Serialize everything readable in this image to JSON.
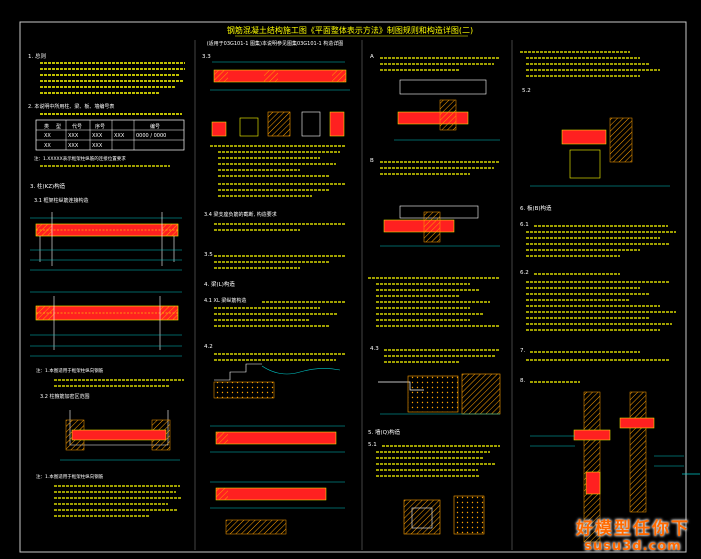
{
  "sheet": {
    "title": "钢筋混凝土结构施工图《平面整体表示方法》制图规则和构造详图(二)",
    "subtitle": "(适用于03G101-1 图集)本说明参见图集03G101-1 构造详图"
  },
  "column1": {
    "s1": "1. 总则",
    "s2": "2. 本说明中所用柱、梁、板、墙编号表",
    "s3": "3. 柱(KZ)构造",
    "s31": "3.1  框架柱纵筋连接构造",
    "s32": "3.2  柱箍筋加密区范围",
    "note1": "注：1.XXXXX表示框架柱纵筋的连接位置要求",
    "note2": "注：1.本图适用于框架柱纵向钢筋",
    "table": {
      "headers": [
        "类",
        "型",
        "代号",
        "序号",
        "编号"
      ],
      "rows": [
        [
          "XX",
          "XXX",
          "XXX",
          "XXX",
          "0000 / 0000"
        ],
        [
          "XX",
          "XXX",
          "XXX",
          "",
          ""
        ]
      ]
    }
  },
  "column2": {
    "s33": "3.3",
    "s34": "3.4  梁支座负筋的截断, 构造要求",
    "s35": "3.5",
    "s4": "4. 梁(L)构造",
    "s41": "4.1  XL 梁纵筋构造",
    "s42": "4.2"
  },
  "column3": {
    "sa": "A",
    "sb": "B",
    "s43": "4.3",
    "s5": "5. 墙(Q)构造",
    "s51": "5.1"
  },
  "column4": {
    "s52": "5.2",
    "s6": "6. 板(B)构造",
    "s61": "6.1",
    "s62": "6.2",
    "s7": "7.",
    "s8": "8."
  },
  "watermark": {
    "line1": "好模型任你下",
    "line2": "susu3d.com"
  },
  "colors": {
    "background": "#000000",
    "text": "#ffffff",
    "title": "#ffff00",
    "concrete": "#ff2020",
    "hatch": "#ffa000",
    "dims": "#00c8c8",
    "frame": "#c8c8c8"
  }
}
